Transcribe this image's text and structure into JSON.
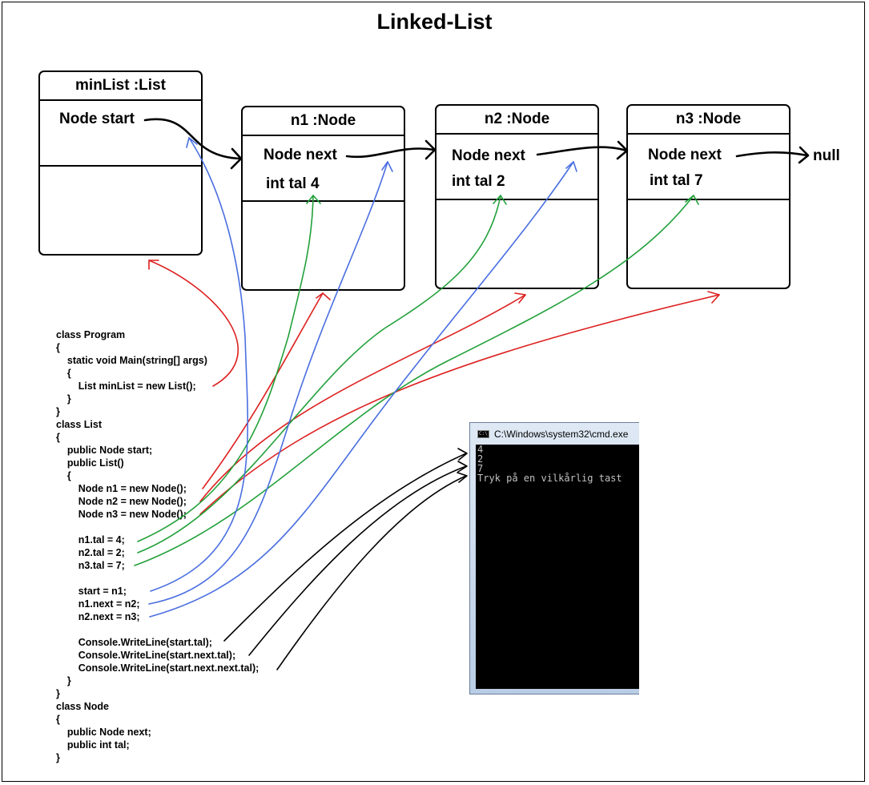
{
  "title": "Linked-List",
  "colors": {
    "accent_red": "#dd2020",
    "accent_green": "#22a03a",
    "accent_blue": "#4a6fe0",
    "ink": "#000000"
  },
  "minlist": {
    "header": "minList :List",
    "field": "Node start"
  },
  "nodes": [
    {
      "header": "n1 :Node",
      "next": "Node next",
      "tal": "int tal 4"
    },
    {
      "header": "n2 :Node",
      "next": "Node next",
      "tal": "int tal 2"
    },
    {
      "header": "n3 :Node",
      "next": "Node next",
      "tal": "int tal 7"
    }
  ],
  "null_label": "null",
  "code_lines": [
    "class Program",
    "{",
    "    static void Main(string[] args)",
    "    {",
    "        List minList = new List();",
    "    }",
    "}",
    "class List",
    "{",
    "    public Node start;",
    "    public List()",
    "    {",
    "        Node n1 = new Node();",
    "        Node n2 = new Node();",
    "        Node n3 = new Node();",
    "",
    "        n1.tal = 4;",
    "        n2.tal = 2;",
    "        n3.tal = 7;",
    "",
    "        start = n1;",
    "        n1.next = n2;",
    "        n2.next = n3;",
    "",
    "        Console.WriteLine(start.tal);",
    "        Console.WriteLine(start.next.tal);",
    "        Console.WriteLine(start.next.next.tal);",
    "    }",
    "}",
    "class Node",
    "{",
    "    public Node next;",
    "    public int tal;",
    "}"
  ],
  "console": {
    "icon_text": "C:\\",
    "title": "C:\\Windows\\system32\\cmd.exe",
    "output": [
      "4",
      "2",
      "7",
      "Tryk på en vilkårlig tast"
    ]
  }
}
